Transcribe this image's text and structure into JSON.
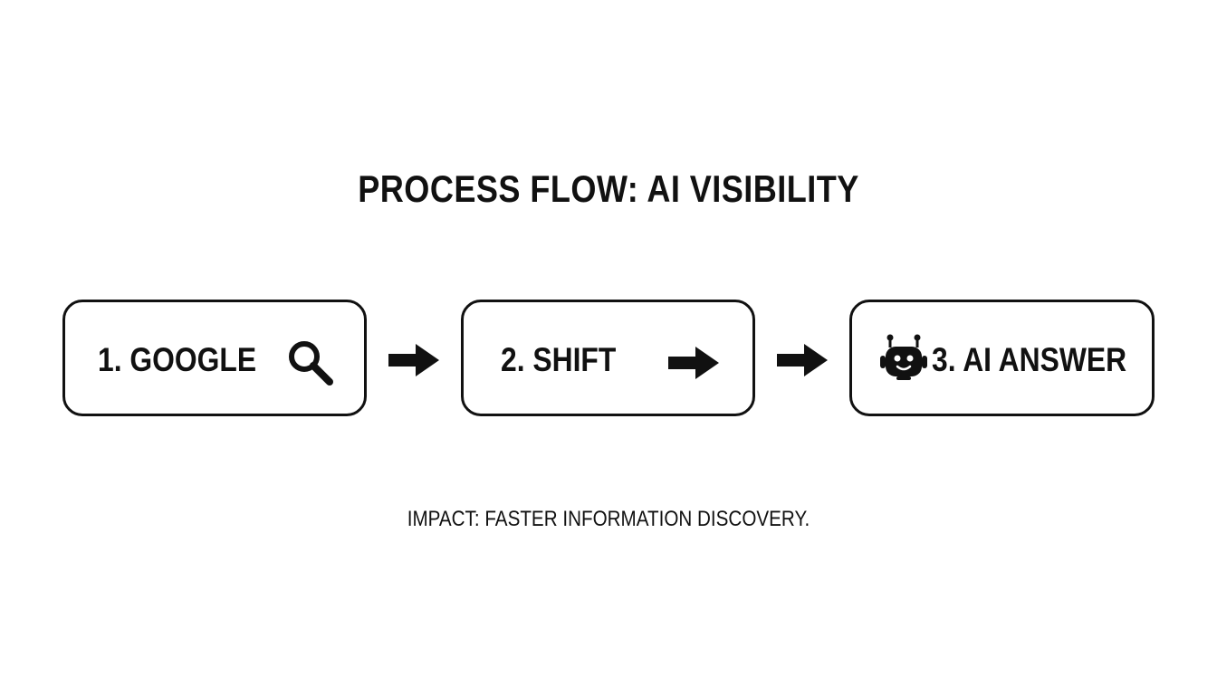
{
  "title": "PROCESS FLOW: AI VISIBILITY",
  "steps": [
    {
      "label": "1. GOOGLE",
      "icon": "search-icon"
    },
    {
      "label": "2. SHIFT",
      "icon": "arrow-right-icon"
    },
    {
      "label": "3. AI ANSWER",
      "icon": "robot-icon"
    }
  ],
  "connector_icon": "arrow-right-icon",
  "impact": "IMPACT: FASTER INFORMATION DISCOVERY.",
  "colors": {
    "background": "#ffffff",
    "ink": "#111111"
  }
}
